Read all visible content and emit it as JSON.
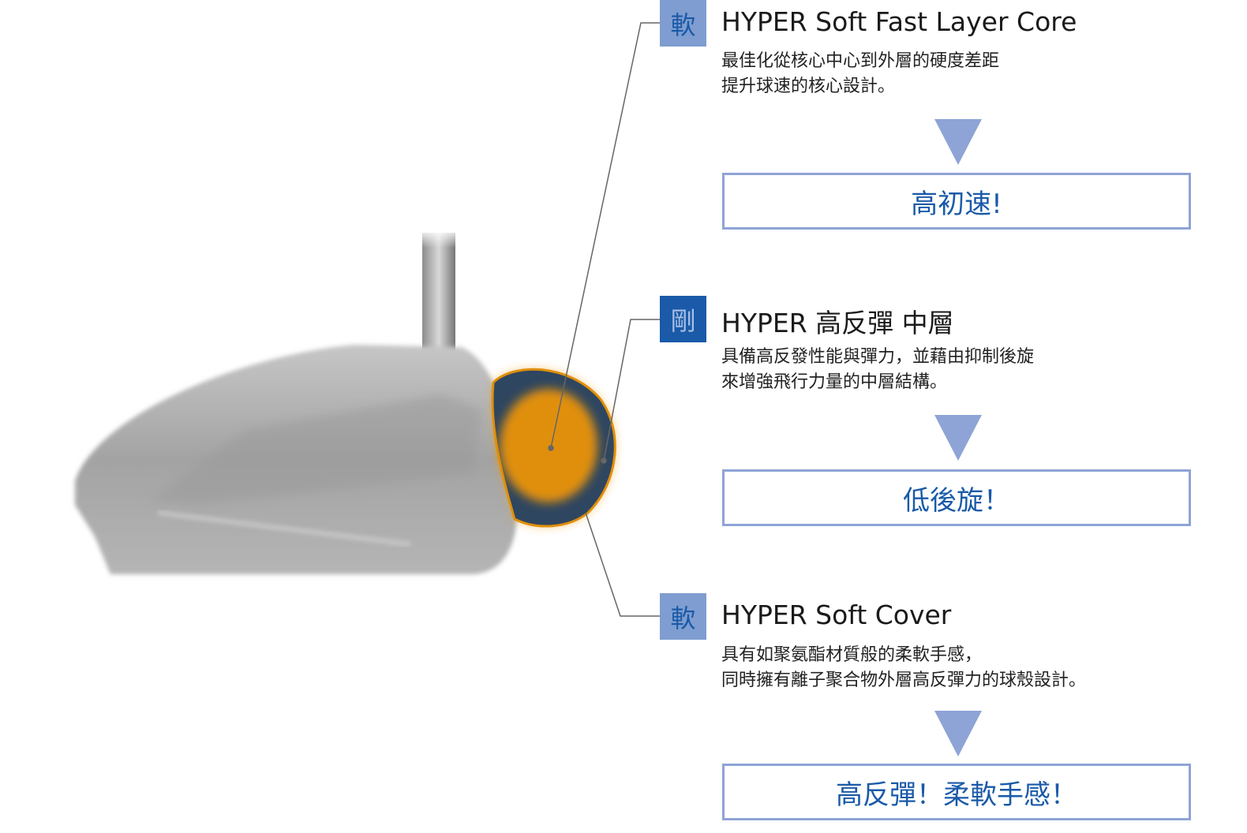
{
  "layers": [
    {
      "badge": "軟",
      "badge_type": "soft",
      "title": "HYPER Soft Fast Layer Core",
      "desc": [
        "最佳化從核心中心到外層的硬度差距",
        "提升球速的核心設計。"
      ],
      "result": "高初速!"
    },
    {
      "badge": "剛",
      "badge_type": "hard",
      "title": "HYPER 高反彈 中層",
      "desc": [
        "具備高反發性能與彈力，並藉由抑制後旋",
        "來增強飛行力量的中層結構。"
      ],
      "result": "低後旋！"
    },
    {
      "badge": "軟",
      "badge_type": "soft",
      "title": "HYPER Soft Cover",
      "desc": [
        "具有如聚氨酯材質般的柔軟手感，",
        "同時擁有離子聚合物外層高反彈力的球殼設計。"
      ],
      "result": "高反彈！柔軟手感！"
    }
  ],
  "colors": {
    "badge_soft": "#7f9dd0",
    "badge_hard": "#1a5aa8",
    "accent": "#8ea4d6",
    "core": "#e08f0a",
    "mantle": "#2f4660"
  }
}
